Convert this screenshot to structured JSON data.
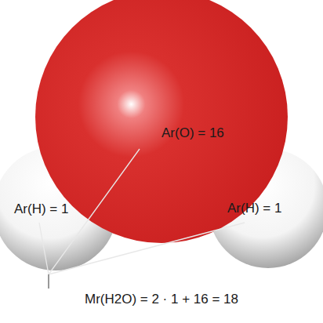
{
  "diagram": {
    "caption": "Mr(H2O) = 2 · 1 + 16 = 18",
    "nodes": [
      {
        "text": [
          "Ar(O) = 16"
        ]
      },
      {
        "text": [
          "Ar(H) = 1"
        ]
      },
      {
        "text": [
          "Ar(H) = 1"
        ]
      }
    ]
  }
}
